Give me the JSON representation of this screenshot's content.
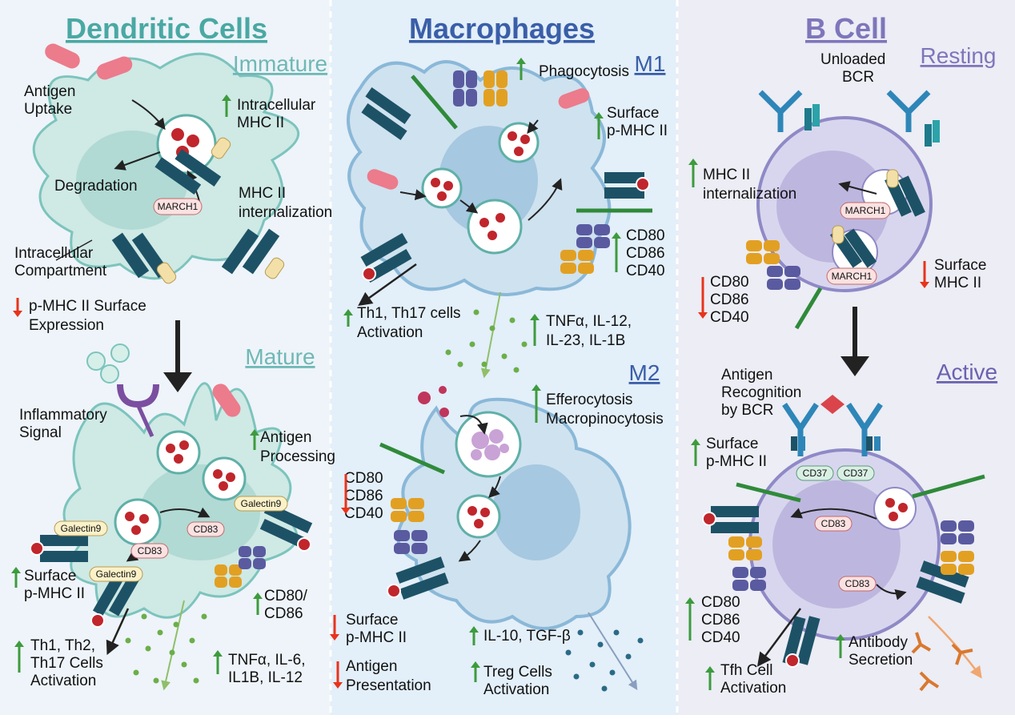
{
  "panels": {
    "dendritic": {
      "title": "Dendritic Cells",
      "immature_heading": "Immature",
      "mature_heading": "Mature",
      "immature": {
        "antigen_uptake": [
          "Antigen",
          "Uptake"
        ],
        "intracellular_mhc": [
          "Intracellular",
          "MHC II"
        ],
        "degradation": "Degradation",
        "mhc_internalization": [
          "MHC II",
          "internalization"
        ],
        "march1": "MARCH1",
        "intracellular_compartment": [
          "Intracellular",
          "Compartment"
        ],
        "pmhc_surface": [
          "p-MHC II Surface",
          "Expression"
        ]
      },
      "mature": {
        "inflammatory_signal": [
          "Inflammatory",
          "Signal"
        ],
        "antigen_processing": [
          "Antigen",
          "Processing"
        ],
        "galectin": "Galectin9",
        "cd83": "CD83",
        "surface_pmhc": [
          "Surface",
          "p-MHC II"
        ],
        "cd80_86": [
          "CD80/",
          "CD86"
        ],
        "th_activation": [
          "Th1, Th2,",
          "Th17 Cells",
          "Activation"
        ],
        "cytokines": [
          "TNFα, IL-6,",
          "IL1B, IL-12"
        ]
      }
    },
    "macrophages": {
      "title": "Macrophages",
      "m1_heading": "M1",
      "m2_heading": "M2",
      "m1": {
        "phagocytosis": "Phagocytosis",
        "surface_pmhc": [
          "Surface",
          "p-MHC II"
        ],
        "costim": [
          "CD80",
          "CD86",
          "CD40"
        ],
        "th_activation": [
          "Th1, Th17 cells",
          "Activation"
        ],
        "cytokines": [
          "TNFα, IL-12,",
          "IL-23, IL-1B"
        ]
      },
      "m2": {
        "efferocytosis": [
          "Efferocytosis",
          "Macropinocytosis"
        ],
        "costim": [
          "CD80",
          "CD86",
          "CD40"
        ],
        "surface_pmhc": [
          "Surface",
          "p-MHC II"
        ],
        "il10": "IL-10, TGF-β",
        "antigen_presentation": [
          "Antigen",
          "Presentation"
        ],
        "treg": [
          "Treg Cells",
          "Activation"
        ]
      }
    },
    "bcell": {
      "title": "B Cell",
      "resting_heading": "Resting",
      "active_heading": "Active",
      "resting": {
        "unloaded_bcr": [
          "Unloaded",
          "BCR"
        ],
        "mhc_internalization": [
          "MHC II",
          "internalization"
        ],
        "march1": "MARCH1",
        "costim": [
          "CD80",
          "CD86",
          "CD40"
        ],
        "surface_mhc": [
          "Surface",
          "MHC II"
        ]
      },
      "active": {
        "antigen_recognition": [
          "Antigen",
          "Recognition",
          "by BCR"
        ],
        "cd37": "CD37",
        "surface_pmhc": [
          "Surface",
          "p-MHC II"
        ],
        "cd83": "CD83",
        "costim": [
          "CD80",
          "CD86",
          "CD40"
        ],
        "tfh": [
          "Tfh Cell",
          "Activation"
        ],
        "antibody": [
          "Antibody",
          "Secretion"
        ]
      }
    }
  },
  "colors": {
    "dc_title": "#4aa8a4",
    "dc_sub": "#6fb8b6",
    "mac_title": "#3a5ea8",
    "b_title": "#7e76bb",
    "b_active": "#6a62b0",
    "up": "#3d9b3d",
    "down": "#e8331c",
    "mhc": "#1d5266"
  }
}
